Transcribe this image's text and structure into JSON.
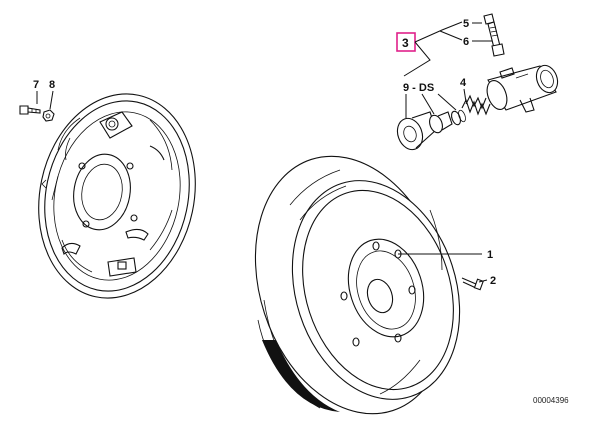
{
  "callouts": {
    "c1": "1",
    "c2": "2",
    "c3": "3",
    "c4": "4",
    "c5": "5",
    "c6": "6",
    "c7": "7",
    "c8": "8",
    "c9": "9 - DS"
  },
  "document_number": "00004396",
  "colors": {
    "highlight_box": "#e0218a",
    "line": "#111111",
    "background": "#ffffff"
  }
}
